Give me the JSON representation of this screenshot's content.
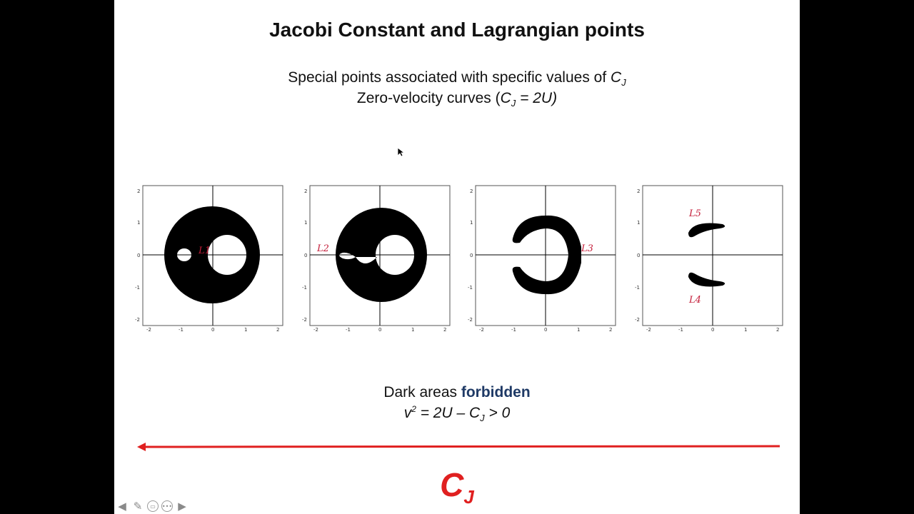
{
  "slide": {
    "title": "Jacobi Constant and Lagrangian points",
    "subtitle1_text": "Special points associated with specific values of ",
    "subtitle1_symbol": "C",
    "subtitle1_sub": "J",
    "subtitle2_pre": "Zero-velocity curves (",
    "subtitle2_symbol": "C",
    "subtitle2_sub": "J",
    "subtitle2_post": " = 2U)",
    "bottom_pre": "Dark areas ",
    "bottom_highlight": "forbidden",
    "eq_v": "v",
    "eq_exp": "2",
    "eq_mid": " =  2U – C",
    "eq_sub": "J",
    "eq_post": " >  0",
    "cj_letter": "C",
    "cj_sub": "J",
    "arrow_color": "#e02020",
    "highlight_color": "#1f3a66"
  },
  "plots": [
    {
      "labels": [
        "L1"
      ],
      "ticks_x": [
        "-2",
        "-1",
        "0",
        "1",
        "2"
      ],
      "ticks_y": [
        "2",
        "1",
        "0",
        "-1",
        "-2"
      ]
    },
    {
      "labels": [
        "L2"
      ],
      "ticks_x": [
        "-2",
        "-1",
        "0",
        "1",
        "2"
      ],
      "ticks_y": [
        "2",
        "1",
        "0",
        "-1",
        "-2"
      ]
    },
    {
      "labels": [
        "L3"
      ],
      "ticks_x": [
        "-2",
        "-1",
        "0",
        "1",
        "2"
      ],
      "ticks_y": [
        "2",
        "1",
        "0",
        "-1",
        "-2"
      ]
    },
    {
      "labels": [
        "L5",
        "L4"
      ],
      "ticks_x": [
        "-2",
        "-1",
        "0",
        "1",
        "2"
      ],
      "ticks_y": [
        "2",
        "1",
        "0",
        "-1",
        "-2"
      ]
    }
  ],
  "controls": [
    "prev-arrow-icon",
    "pen-icon",
    "slides-icon",
    "more-icon",
    "next-arrow-icon"
  ]
}
